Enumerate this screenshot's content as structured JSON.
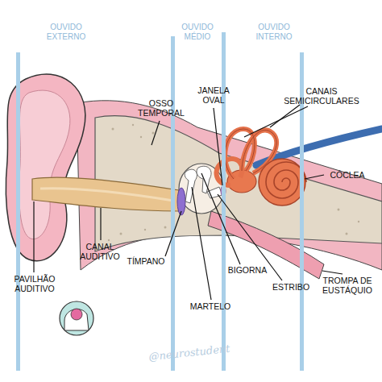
{
  "diagram": {
    "labels": [
      "OUVIDO EXTERNO",
      "OUVIDO MÉDIO",
      "OUVIDO INTERNO",
      "OSSO TEMPORAL",
      "JANELA OVAL",
      "CANAIS SEMICIRCULARES",
      "CÓCLEA",
      "TÍMPANO",
      "BIGORNA",
      "ESTRIBO",
      "TROMPA DE EUSTÁQUIO",
      "MARTELO",
      "CANAL AUDITIVO",
      "PAVILHÃO AUDITIVO",
      "@neurostudent"
    ]
  }
}
